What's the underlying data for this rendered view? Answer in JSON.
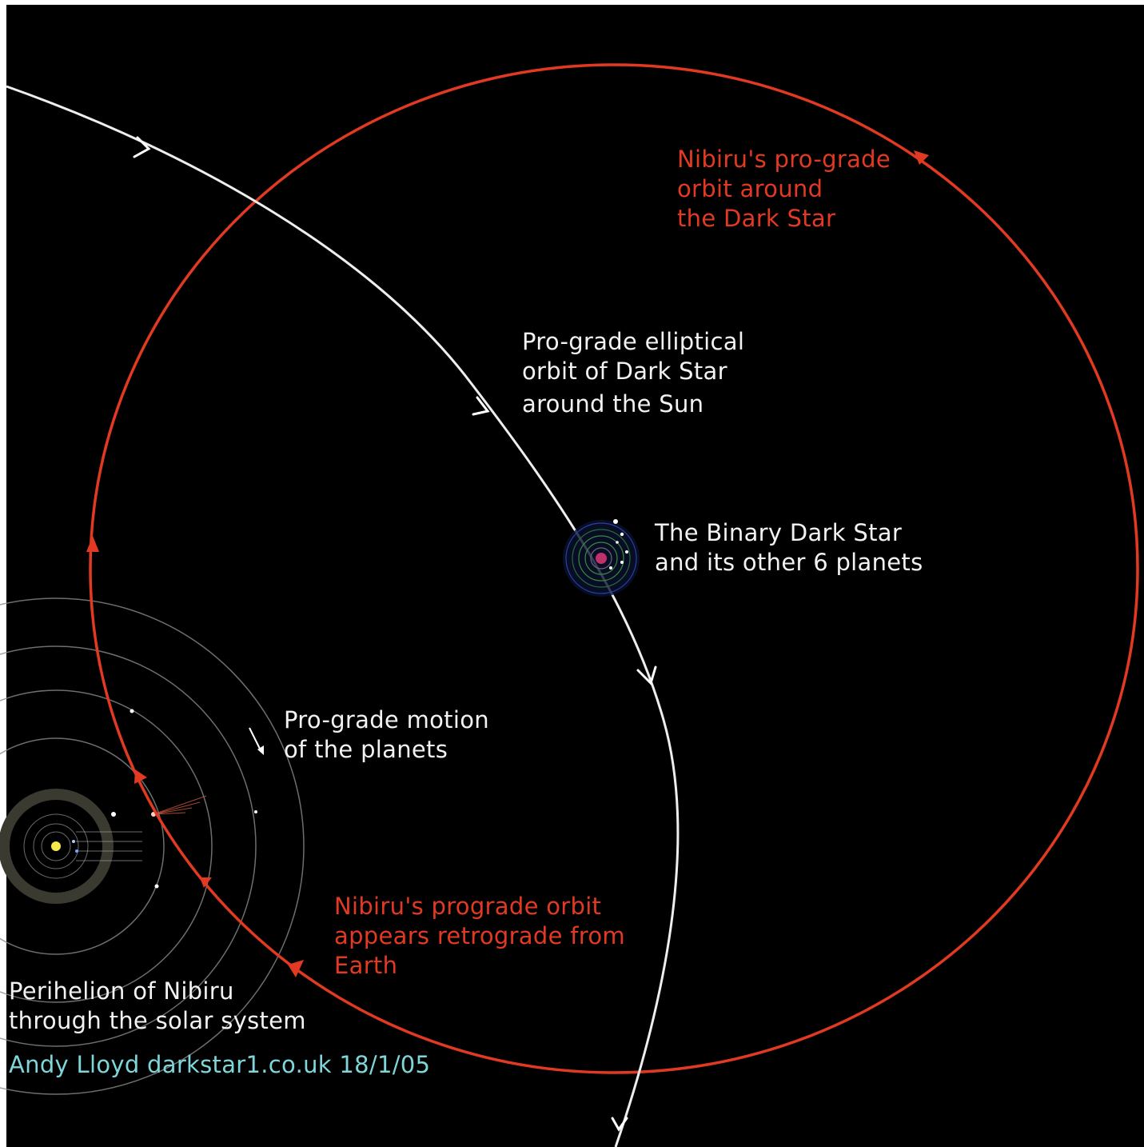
{
  "labels": {
    "nibiru_dark_star_orbit": [
      "Nibiru's pro-grade",
      "orbit around",
      "the Dark Star"
    ],
    "dark_star_orbit": [
      "Pro-grade elliptical",
      "orbit of Dark Star",
      "around the Sun"
    ],
    "binary_dark_star": [
      "The Binary Dark Star",
      "and its other 6 planets"
    ],
    "planet_motion": [
      "Pro-grade motion",
      "of the planets"
    ],
    "retrograde_note": [
      "Nibiru's prograde orbit",
      "appears retrograde from",
      "Earth"
    ],
    "perihelion": [
      "Perihelion of Nibiru",
      "through the solar system"
    ],
    "credit": "Andy Lloyd darkstar1.co.uk 18/1/05"
  },
  "colors": {
    "background": "#000000",
    "nibiru_orbit": "#e23a22",
    "dark_star_orbit": "#f0f0f0",
    "credit_text": "#7fd6da",
    "dark_star": "#c0306a",
    "sun": "#f5e84a"
  }
}
